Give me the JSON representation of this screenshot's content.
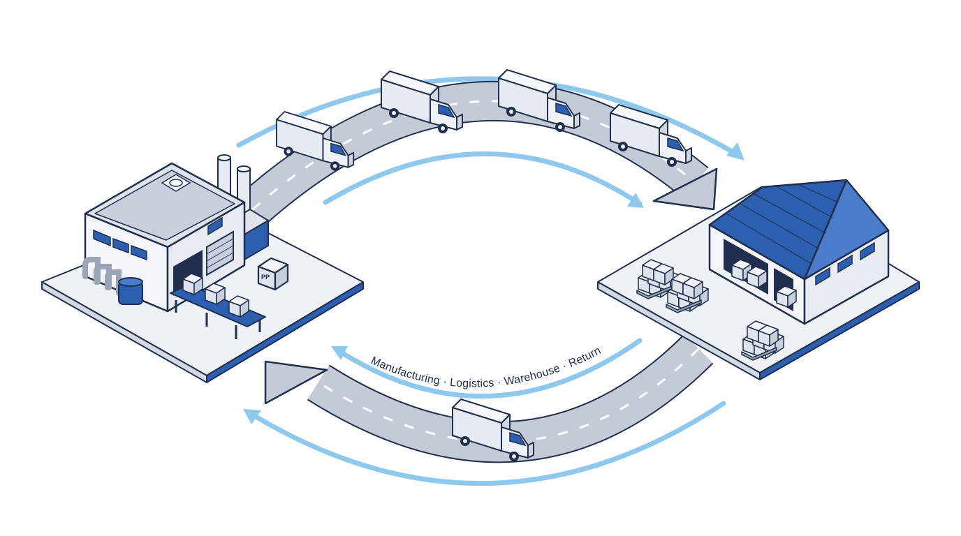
{
  "diagram": {
    "cycle_caption": "Manufacturing · Logistics · Warehouse · Return",
    "box_marking": "PP",
    "nodes": [
      {
        "id": "factory",
        "icon": "factory-icon"
      },
      {
        "id": "warehouse",
        "icon": "warehouse-icon"
      }
    ],
    "flows": [
      {
        "from": "factory",
        "to": "warehouse",
        "vehicles": 4,
        "icon": "delivery-truck-icon"
      },
      {
        "from": "warehouse",
        "to": "factory",
        "vehicles": 1,
        "icon": "delivery-truck-icon"
      }
    ]
  },
  "colors": {
    "primary_blue": "#2c5fb0",
    "arrow_light_blue": "#8ec8ec",
    "road_grey": "#b9c1cd",
    "outline_navy": "#1f2f4d",
    "platform_light": "#eef1f6"
  }
}
